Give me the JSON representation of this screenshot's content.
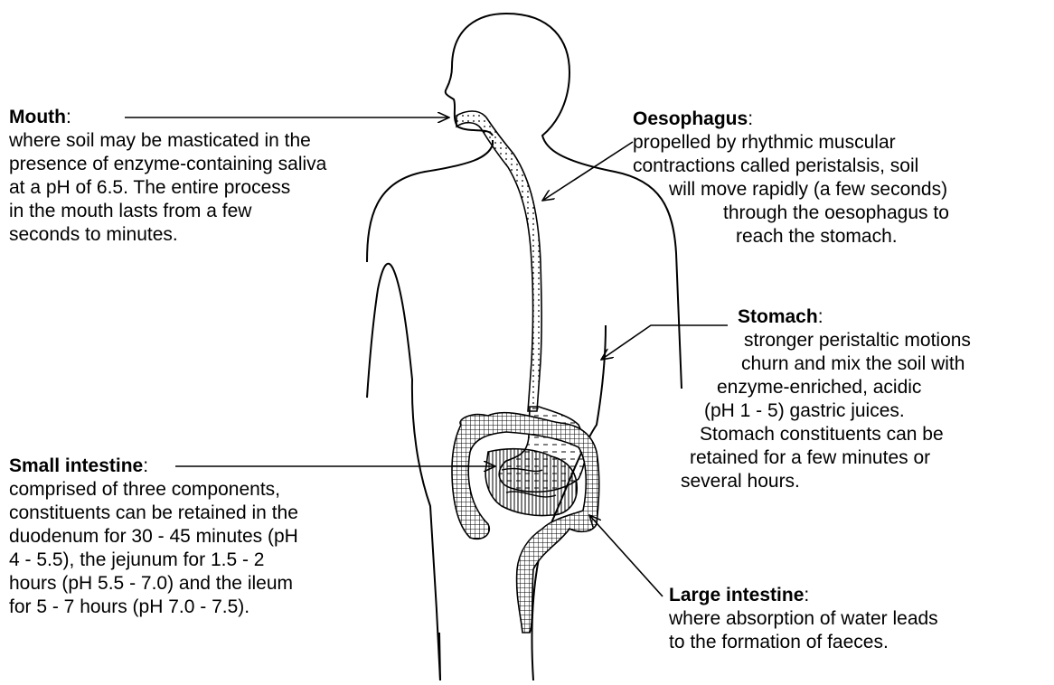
{
  "labels": {
    "mouth": {
      "title": "Mouth",
      "lines": [
        "where soil may be masticated in the",
        "presence of enzyme-containing saliva",
        "at a pH of 6.5. The entire process",
        "in the mouth lasts from a few",
        "seconds to minutes."
      ]
    },
    "oesophagus": {
      "title": "Oesophagus",
      "lines": [
        "propelled by rhythmic muscular",
        "contractions called peristalsis, soil",
        "will move rapidly (a few seconds)",
        "through the oesophagus to",
        "reach the stomach."
      ]
    },
    "stomach": {
      "title": "Stomach",
      "lines": [
        "stronger peristaltic motions",
        "churn and mix the soil with",
        "enzyme-enriched, acidic",
        "(pH 1 - 5) gastric juices.",
        "Stomach constituents can be",
        "retained for a few minutes or",
        "several hours."
      ]
    },
    "small_intestine": {
      "title": "Small intestine",
      "lines": [
        "comprised of three components,",
        "constituents can be retained in the",
        "duodenum for 30 - 45 minutes (pH",
        "4 - 5.5), the jejunum for 1.5 - 2",
        "hours (pH 5.5 - 7.0) and the ileum",
        "for 5 - 7 hours (pH 7.0 - 7.5)."
      ]
    },
    "large_intestine": {
      "title": "Large intestine",
      "lines": [
        "where absorption of water leads",
        "to the formation of faeces."
      ]
    }
  }
}
